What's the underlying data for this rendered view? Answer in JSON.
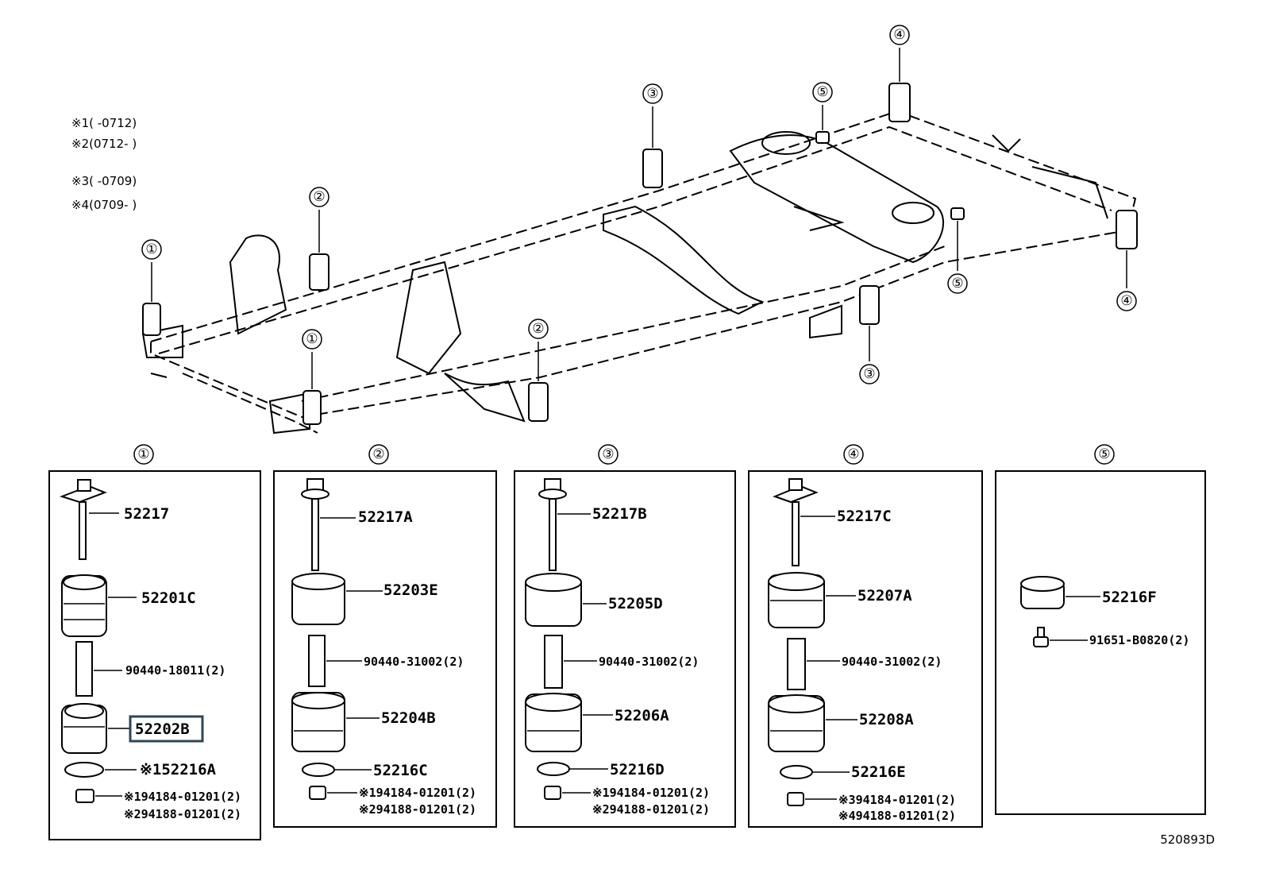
{
  "diagram_id": "520893D",
  "notes": [
    "※1(   -0712)",
    "※2(0712-   )",
    "※3(   -0709)",
    "※4(0709-   )"
  ],
  "callouts": [
    "①",
    "②",
    "③",
    "④",
    "⑤"
  ],
  "panels": [
    {
      "number": "①",
      "parts": [
        "52217",
        "52201C",
        "90440-18011(2)",
        "52202B",
        "※152216A"
      ],
      "bottom_lines": [
        "※194184-01201(2)",
        "※294188-01201(2)"
      ],
      "highlighted": "52202B"
    },
    {
      "number": "②",
      "parts": [
        "52217A",
        "52203E",
        "90440-31002(2)",
        "52204B",
        "52216C"
      ],
      "bottom_lines": [
        "※194184-01201(2)",
        "※294188-01201(2)"
      ]
    },
    {
      "number": "③",
      "parts": [
        "52217B",
        "52205D",
        "90440-31002(2)",
        "52206A",
        "52216D"
      ],
      "bottom_lines": [
        "※194184-01201(2)",
        "※294188-01201(2)"
      ]
    },
    {
      "number": "④",
      "parts": [
        "52217C",
        "52207A",
        "90440-31002(2)",
        "52208A",
        "52216E"
      ],
      "bottom_lines": [
        "※394184-01201(2)",
        "※494188-01201(2)"
      ]
    },
    {
      "number": "⑤",
      "parts": [
        "52216F",
        "91651-B0820(2)"
      ]
    }
  ]
}
